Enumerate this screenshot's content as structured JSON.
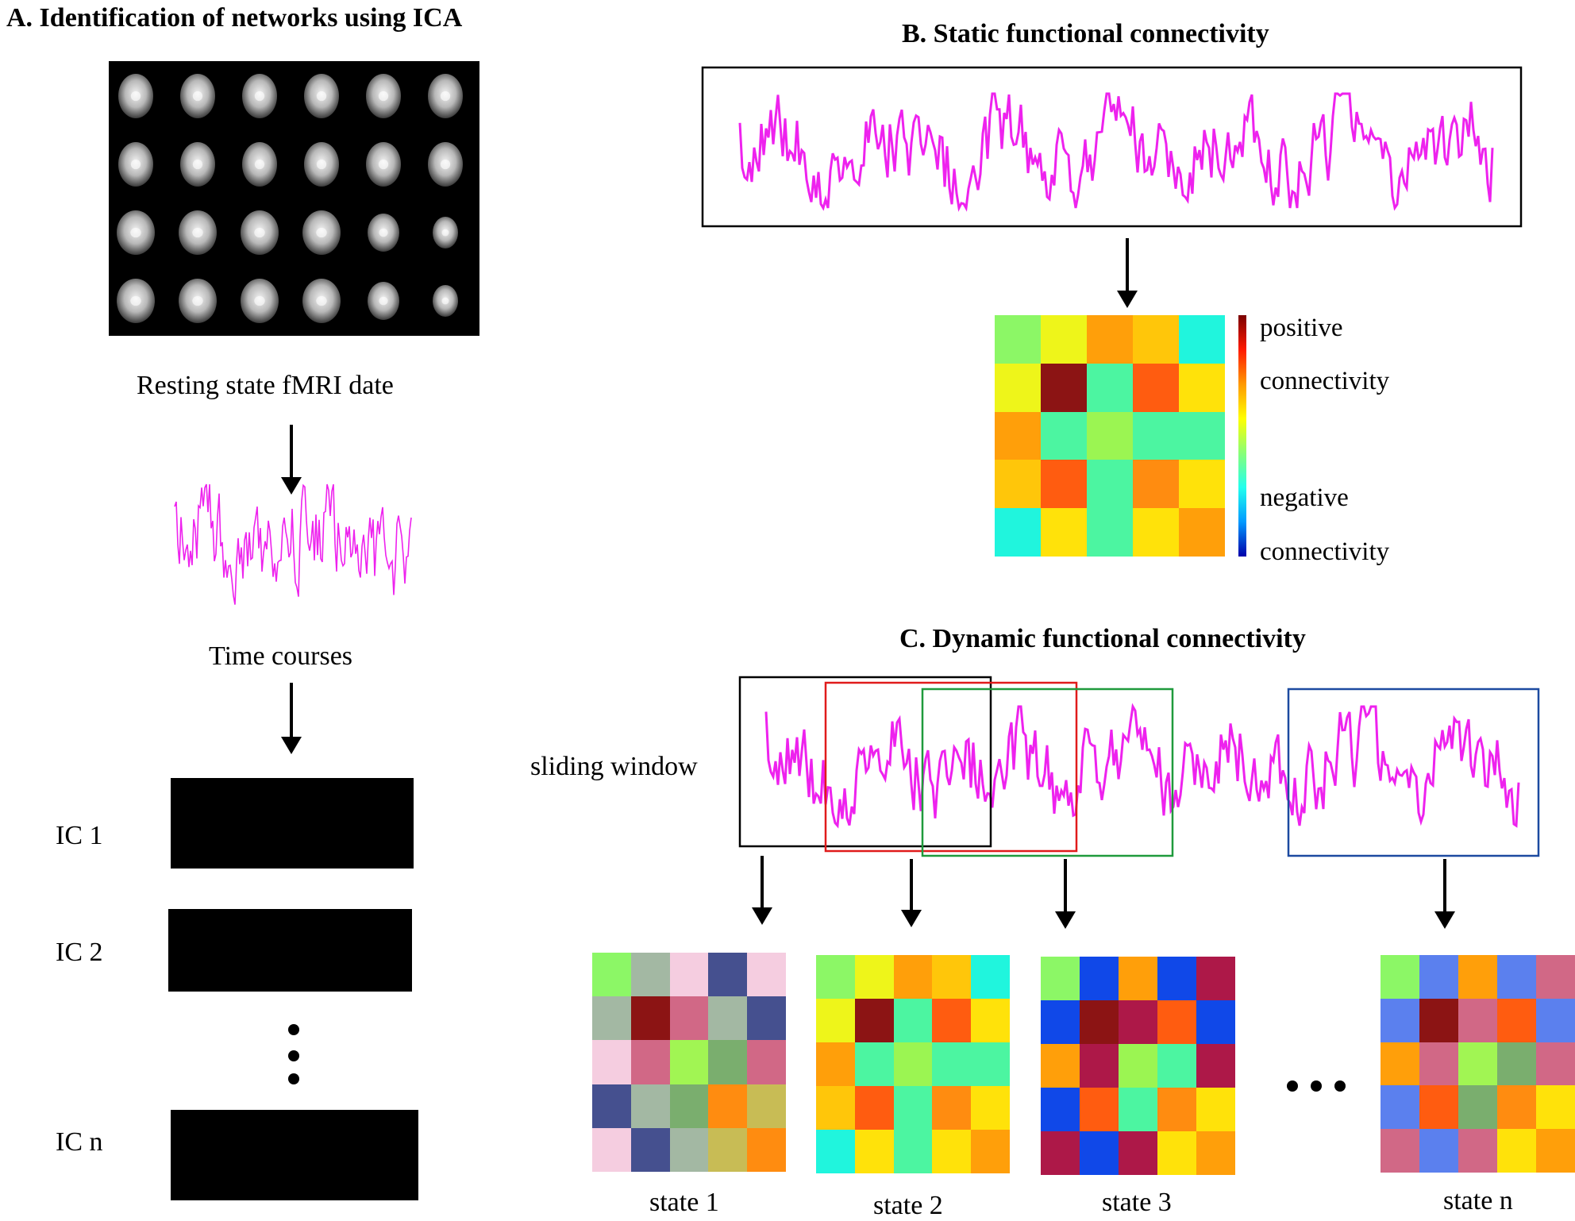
{
  "panel_a": {
    "title": "A. Identification of networks using ICA",
    "fmri_caption": "Resting state fMRI date",
    "timecourse_caption": "Time courses",
    "ic_labels": [
      "IC 1",
      "IC 2",
      "IC n"
    ]
  },
  "panel_b": {
    "title": "B. Static functional connectivity",
    "colorbar_labels": [
      "positive",
      "connectivity",
      "negative",
      "connectivity"
    ],
    "matrix": [
      [
        "#8cf766",
        "#eef51a",
        "#ff9f0a",
        "#ffc60a",
        "#20f5dd"
      ],
      [
        "#eef51a",
        "#8c1414",
        "#4cf5a1",
        "#ff5c10",
        "#ffe20a"
      ],
      [
        "#ff9f0a",
        "#4cf5a1",
        "#9bf552",
        "#4cf5a1",
        "#4cf5a1"
      ],
      [
        "#ffc60a",
        "#ff5c10",
        "#4cf5a1",
        "#ff8c10",
        "#ffe20a"
      ],
      [
        "#20f5dd",
        "#ffe20a",
        "#4cf5a1",
        "#ffe20a",
        "#ff9f0a"
      ]
    ]
  },
  "panel_c": {
    "title": "C. Dynamic functional connectivity",
    "window_label": "sliding window",
    "window_colors": [
      "#000000",
      "#e01b1b",
      "#1f9a3c",
      "#1c4aa0"
    ],
    "states": [
      {
        "label": "state 1",
        "matrix": [
          [
            "#8cf766",
            "#a3b8a3",
            "#f5cde0",
            "#45508f",
            "#f5cde0"
          ],
          [
            "#a3b8a3",
            "#8c1414",
            "#d16886",
            "#a3b8a3",
            "#45508f"
          ],
          [
            "#f5cde0",
            "#d16886",
            "#a1f553",
            "#7aae6e",
            "#d16886"
          ],
          [
            "#45508f",
            "#a3b8a3",
            "#7aae6e",
            "#ff8c10",
            "#c8bc55"
          ],
          [
            "#f5cde0",
            "#45508f",
            "#a3b8a3",
            "#c8bc55",
            "#ff8c10"
          ]
        ]
      },
      {
        "label": "state 2",
        "matrix": [
          [
            "#8cf766",
            "#eef51a",
            "#ff9f0a",
            "#ffc60a",
            "#20f5dd"
          ],
          [
            "#eef51a",
            "#8c1414",
            "#4cf5a1",
            "#ff5c10",
            "#ffe20a"
          ],
          [
            "#ff9f0a",
            "#4cf5a1",
            "#9bf552",
            "#4cf5a1",
            "#4cf5a1"
          ],
          [
            "#ffc60a",
            "#ff5c10",
            "#4cf5a1",
            "#ff8c10",
            "#ffe20a"
          ],
          [
            "#20f5dd",
            "#ffe20a",
            "#4cf5a1",
            "#ffe20a",
            "#ff9f0a"
          ]
        ]
      },
      {
        "label": "state 3",
        "matrix": [
          [
            "#8cf766",
            "#1048e8",
            "#ff9f0a",
            "#1048e8",
            "#ad1848"
          ],
          [
            "#1048e8",
            "#8c1414",
            "#ad1848",
            "#ff5c10",
            "#1048e8"
          ],
          [
            "#ff9f0a",
            "#ad1848",
            "#9bf552",
            "#4cf5a1",
            "#ad1848"
          ],
          [
            "#1048e8",
            "#ff5c10",
            "#4cf5a1",
            "#ff8c10",
            "#ffe20a"
          ],
          [
            "#ad1848",
            "#1048e8",
            "#ad1848",
            "#ffe20a",
            "#ff9f0a"
          ]
        ]
      },
      {
        "label": "state n",
        "matrix": [
          [
            "#8cf766",
            "#5b80ee",
            "#ff9f0a",
            "#5b80ee",
            "#d16886"
          ],
          [
            "#5b80ee",
            "#8c1414",
            "#d16886",
            "#ff5c10",
            "#5b80ee"
          ],
          [
            "#ff9f0a",
            "#d16886",
            "#a1f553",
            "#7aae6e",
            "#d16886"
          ],
          [
            "#5b80ee",
            "#ff5c10",
            "#7aae6e",
            "#ff8c10",
            "#ffe20a"
          ],
          [
            "#d16886",
            "#5b80ee",
            "#d16886",
            "#ffe20a",
            "#ff9f0a"
          ]
        ]
      }
    ]
  },
  "colors": {
    "signal": "#ee22ee",
    "colorbar": [
      "#7a0000",
      "#ff1a00",
      "#ff9900",
      "#ffff00",
      "#88ff77",
      "#22ffee",
      "#0099ff",
      "#0000aa"
    ]
  }
}
